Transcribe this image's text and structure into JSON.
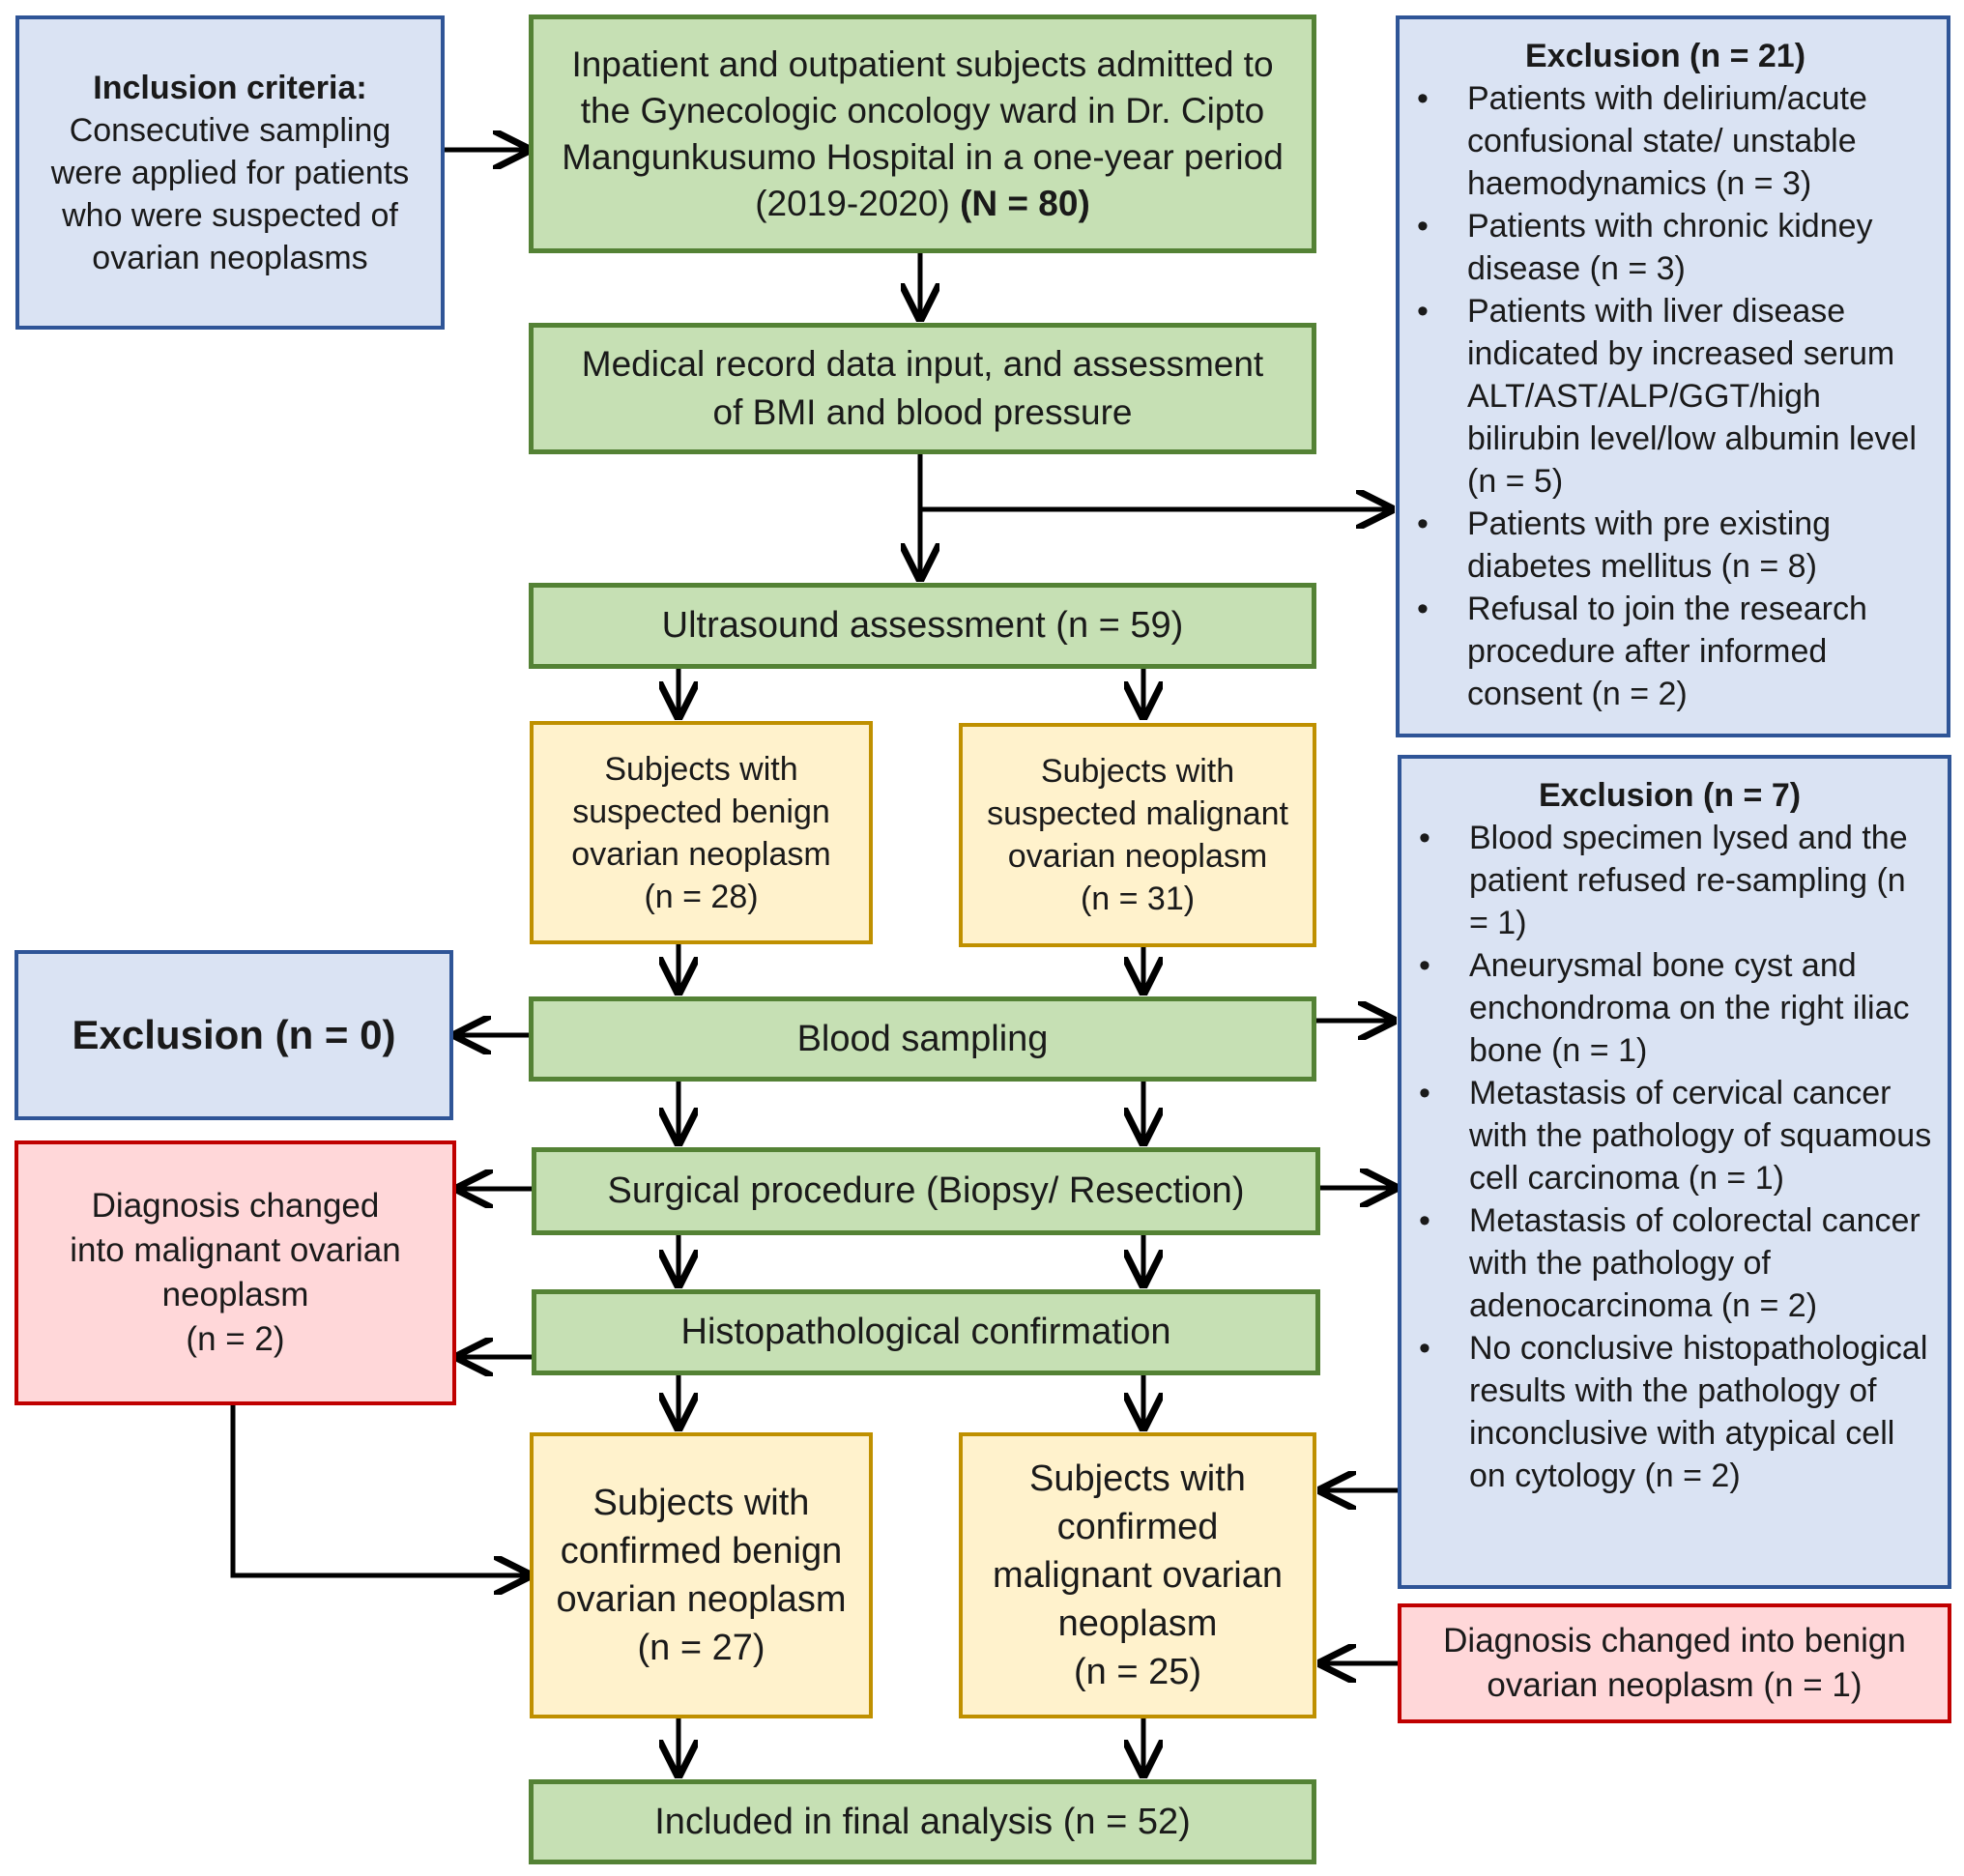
{
  "inclusion": {
    "title": "Inclusion criteria:",
    "text": "Consecutive sampling were applied for patients who were suspected of ovarian neoplasms"
  },
  "subjects": {
    "text": "Inpatient and outpatient subjects admitted to the Gynecologic oncology ward in Dr. Cipto Mangunkusumo Hospital in a one-year period (2019-2020)",
    "count": "(N = 80)"
  },
  "medical_record": {
    "text": "Medical record data input, and assessment of BMI and blood pressure"
  },
  "ultrasound": {
    "text": "Ultrasound assessment (n = 59)"
  },
  "suspected_benign": {
    "text": "Subjects with suspected benign ovarian neoplasm",
    "count": "(n = 28)"
  },
  "suspected_malignant": {
    "text": "Subjects with suspected malignant ovarian neoplasm",
    "count": "(n = 31)"
  },
  "blood_sampling": {
    "text": "Blood sampling"
  },
  "surgical": {
    "text": "Surgical procedure (Biopsy/ Resection)"
  },
  "histopath": {
    "text": "Histopathological confirmation"
  },
  "confirmed_benign": {
    "text": "Subjects with confirmed benign ovarian neoplasm",
    "count": "(n = 27)"
  },
  "confirmed_malignant": {
    "text": "Subjects with confirmed malignant ovarian neoplasm",
    "count": "(n = 25)"
  },
  "final": {
    "text": "Included in final analysis (n = 52)"
  },
  "exclusion_0": {
    "text": "Exclusion (n = 0)"
  },
  "diag_to_malignant": {
    "text": "Diagnosis changed into malignant ovarian neoplasm",
    "count": "(n = 2)"
  },
  "diag_to_benign": {
    "text": "Diagnosis changed into benign ovarian neoplasm (n = 1)"
  },
  "exclusion_21": {
    "title": "Exclusion (n = 21)",
    "items": [
      "Patients with delirium/acute confusional state/ unstable haemodynamics (n = 3)",
      "Patients with chronic kidney disease (n = 3)",
      "Patients with liver disease indicated by increased serum ALT/AST/ALP/GGT/high bilirubin level/low albumin level  (n = 5)",
      "Patients with pre existing diabetes mellitus (n = 8)",
      "Refusal to join the research procedure after informed consent (n = 2)"
    ]
  },
  "exclusion_7": {
    "title": "Exclusion (n = 7)",
    "items": [
      "Blood specimen lysed and the patient refused re-sampling (n = 1)",
      "Aneurysmal bone cyst and enchondroma on the right iliac bone (n = 1)",
      "Metastasis of cervical cancer with the pathology of squamous cell carcinoma (n = 1)",
      "Metastasis of colorectal cancer with the pathology of adenocarcinoma (n = 2)",
      "No conclusive histopathological results with the pathology of inconclusive with atypical cell on cytology (n = 2)"
    ]
  }
}
